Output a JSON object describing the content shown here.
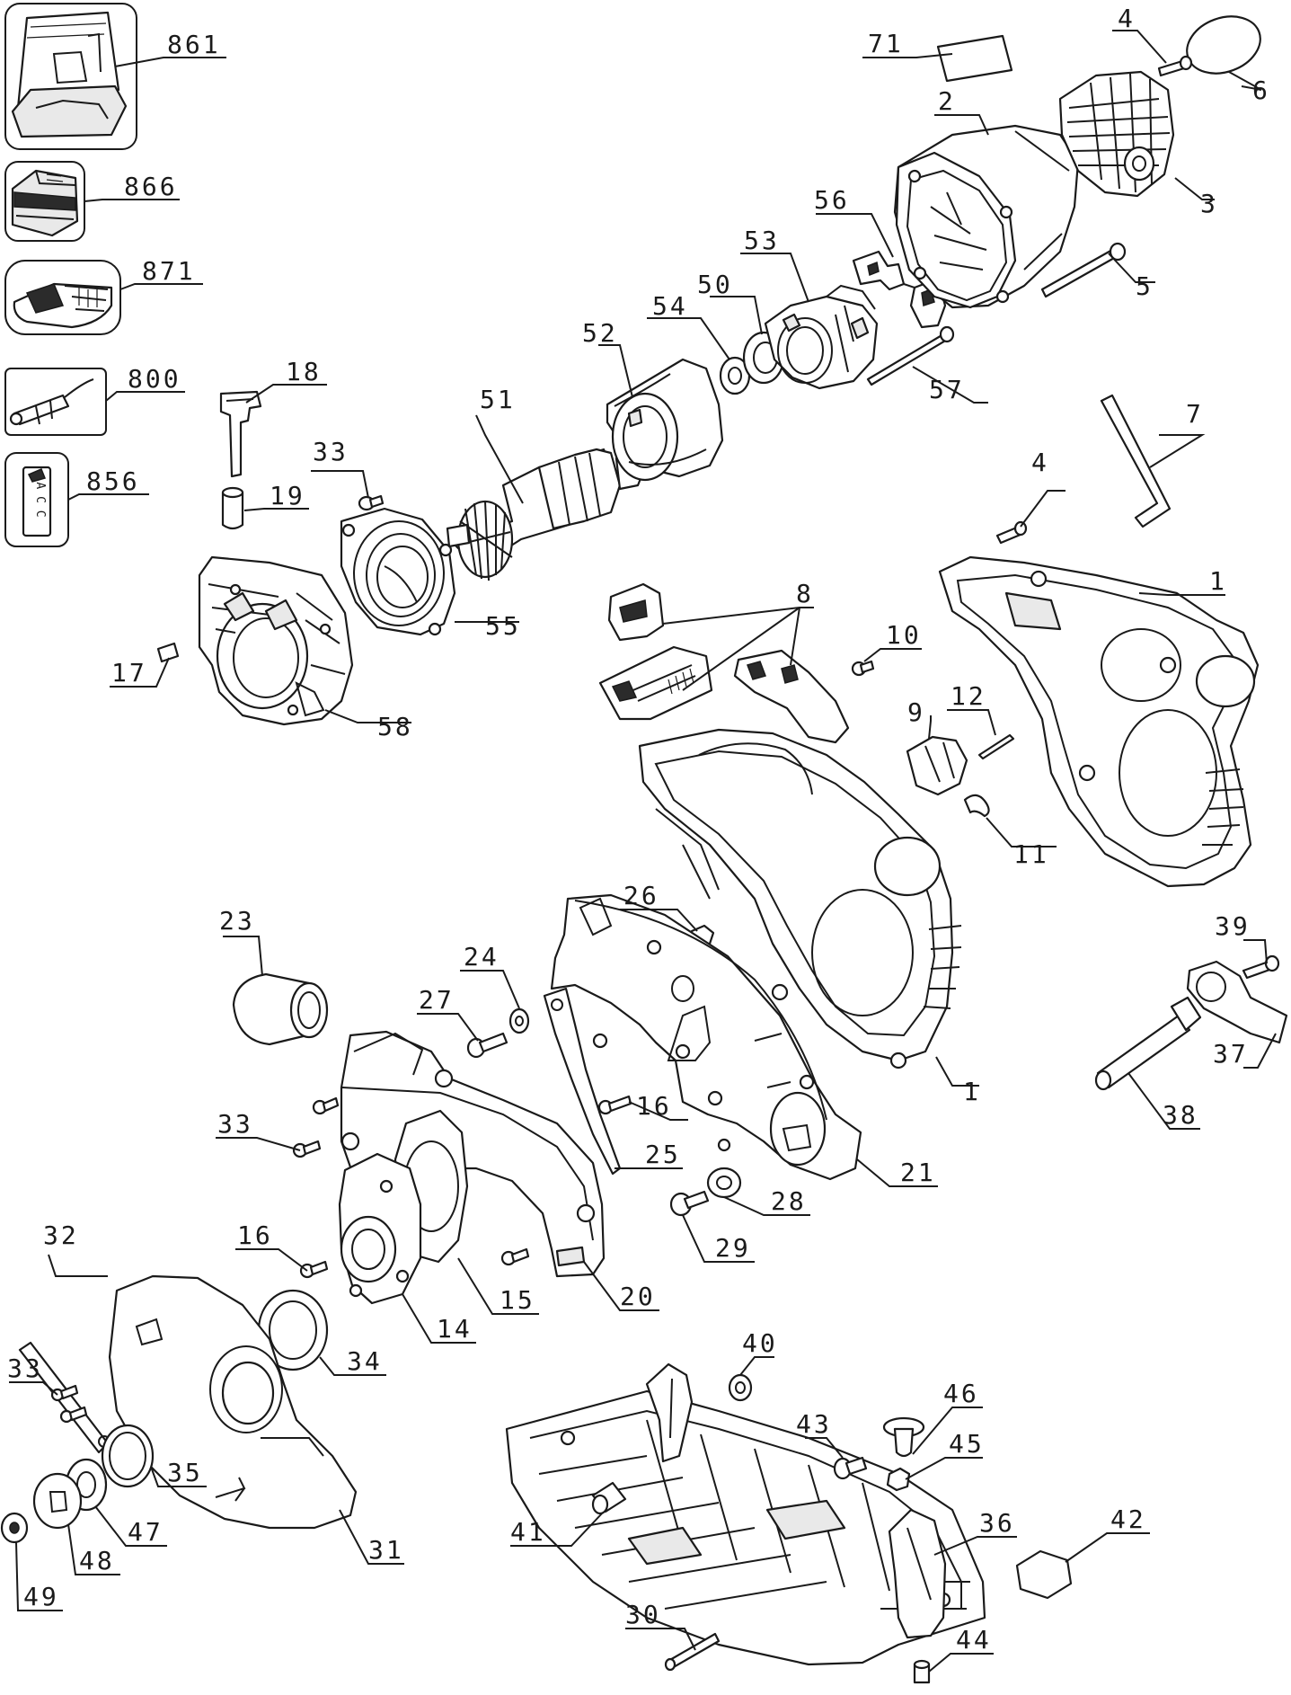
{
  "callouts": [
    {
      "id": "861",
      "label": "861"
    },
    {
      "id": "866",
      "label": "866"
    },
    {
      "id": "871",
      "label": "871"
    },
    {
      "id": "800",
      "label": "800"
    },
    {
      "id": "856",
      "label": "856"
    },
    {
      "id": "18",
      "label": "18"
    },
    {
      "id": "19",
      "label": "19"
    },
    {
      "id": "33a",
      "label": "33"
    },
    {
      "id": "51",
      "label": "51"
    },
    {
      "id": "52",
      "label": "52"
    },
    {
      "id": "54",
      "label": "54"
    },
    {
      "id": "50",
      "label": "50"
    },
    {
      "id": "53",
      "label": "53"
    },
    {
      "id": "56",
      "label": "56"
    },
    {
      "id": "57",
      "label": "57"
    },
    {
      "id": "71",
      "label": "71"
    },
    {
      "id": "2",
      "label": "2"
    },
    {
      "id": "4a",
      "label": "4"
    },
    {
      "id": "6",
      "label": "6"
    },
    {
      "id": "3",
      "label": "3"
    },
    {
      "id": "5",
      "label": "5"
    },
    {
      "id": "7",
      "label": "7"
    },
    {
      "id": "4b",
      "label": "4"
    },
    {
      "id": "1a",
      "label": "1"
    },
    {
      "id": "55",
      "label": "55"
    },
    {
      "id": "17",
      "label": "17"
    },
    {
      "id": "58",
      "label": "58"
    },
    {
      "id": "8",
      "label": "8"
    },
    {
      "id": "10",
      "label": "10"
    },
    {
      "id": "9",
      "label": "9"
    },
    {
      "id": "12",
      "label": "12"
    },
    {
      "id": "11",
      "label": "11"
    },
    {
      "id": "26",
      "label": "26"
    },
    {
      "id": "23",
      "label": "23"
    },
    {
      "id": "24",
      "label": "24"
    },
    {
      "id": "27",
      "label": "27"
    },
    {
      "id": "16a",
      "label": "16"
    },
    {
      "id": "1b",
      "label": "1"
    },
    {
      "id": "39",
      "label": "39"
    },
    {
      "id": "37",
      "label": "37"
    },
    {
      "id": "38",
      "label": "38"
    },
    {
      "id": "33b",
      "label": "33"
    },
    {
      "id": "25",
      "label": "25"
    },
    {
      "id": "21",
      "label": "21"
    },
    {
      "id": "28",
      "label": "28"
    },
    {
      "id": "29",
      "label": "29"
    },
    {
      "id": "32",
      "label": "32"
    },
    {
      "id": "16b",
      "label": "16"
    },
    {
      "id": "15",
      "label": "15"
    },
    {
      "id": "20",
      "label": "20"
    },
    {
      "id": "14",
      "label": "14"
    },
    {
      "id": "34",
      "label": "34"
    },
    {
      "id": "33c",
      "label": "33"
    },
    {
      "id": "35",
      "label": "35"
    },
    {
      "id": "47",
      "label": "47"
    },
    {
      "id": "48",
      "label": "48"
    },
    {
      "id": "49",
      "label": "49"
    },
    {
      "id": "31",
      "label": "31"
    },
    {
      "id": "40",
      "label": "40"
    },
    {
      "id": "43",
      "label": "43"
    },
    {
      "id": "46",
      "label": "46"
    },
    {
      "id": "45",
      "label": "45"
    },
    {
      "id": "36",
      "label": "36"
    },
    {
      "id": "41",
      "label": "41"
    },
    {
      "id": "42",
      "label": "42"
    },
    {
      "id": "30",
      "label": "30"
    },
    {
      "id": "44",
      "label": "44"
    }
  ],
  "accessory_label": "A C C"
}
